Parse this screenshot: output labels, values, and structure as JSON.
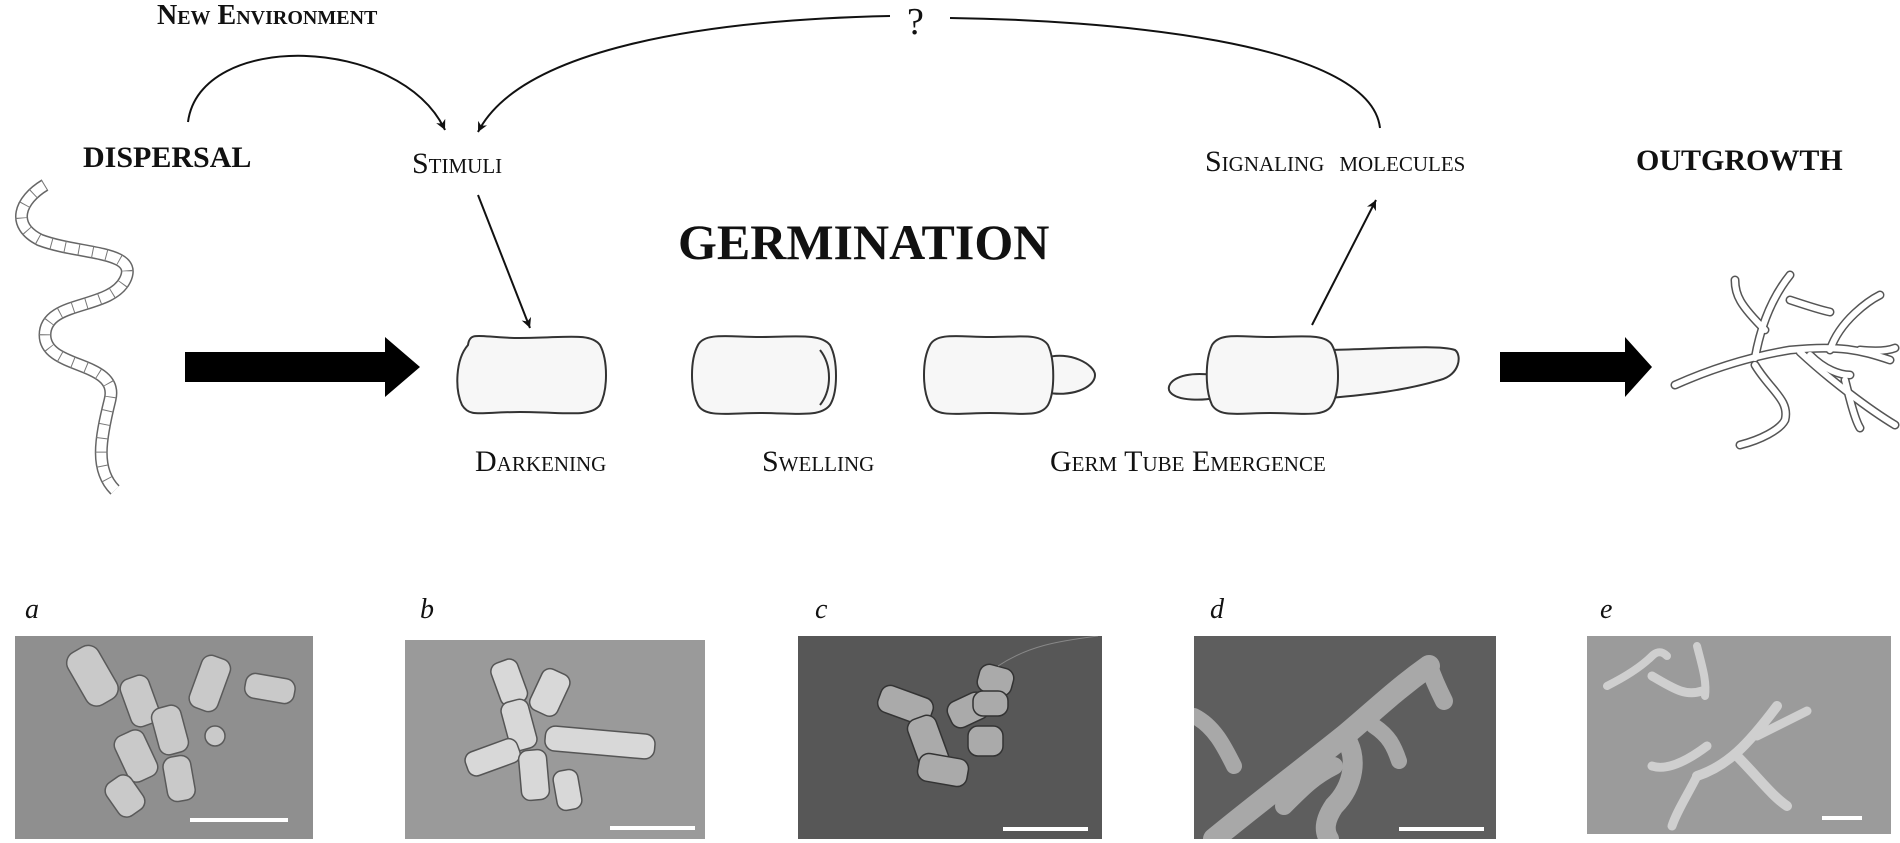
{
  "labels": {
    "new_environment": "New Environment",
    "dispersal": "DISPERSAL",
    "stimuli": "Stimuli",
    "question_mark": "?",
    "signaling_molecules": "Signaling  molecules",
    "outgrowth": "OUTGROWTH",
    "germination": "GERMINATION",
    "darkening": "Darkening",
    "swelling": "Swelling",
    "germ_tube_emergence": "Germ Tube Emergence"
  },
  "panels": [
    {
      "letter": "a",
      "bg": "#8f8f8f"
    },
    {
      "letter": "b",
      "bg": "#9a9a9a"
    },
    {
      "letter": "c",
      "bg": "#575757"
    },
    {
      "letter": "d",
      "bg": "#5e5e5e"
    },
    {
      "letter": "e",
      "bg": "#9b9b9b"
    }
  ]
}
